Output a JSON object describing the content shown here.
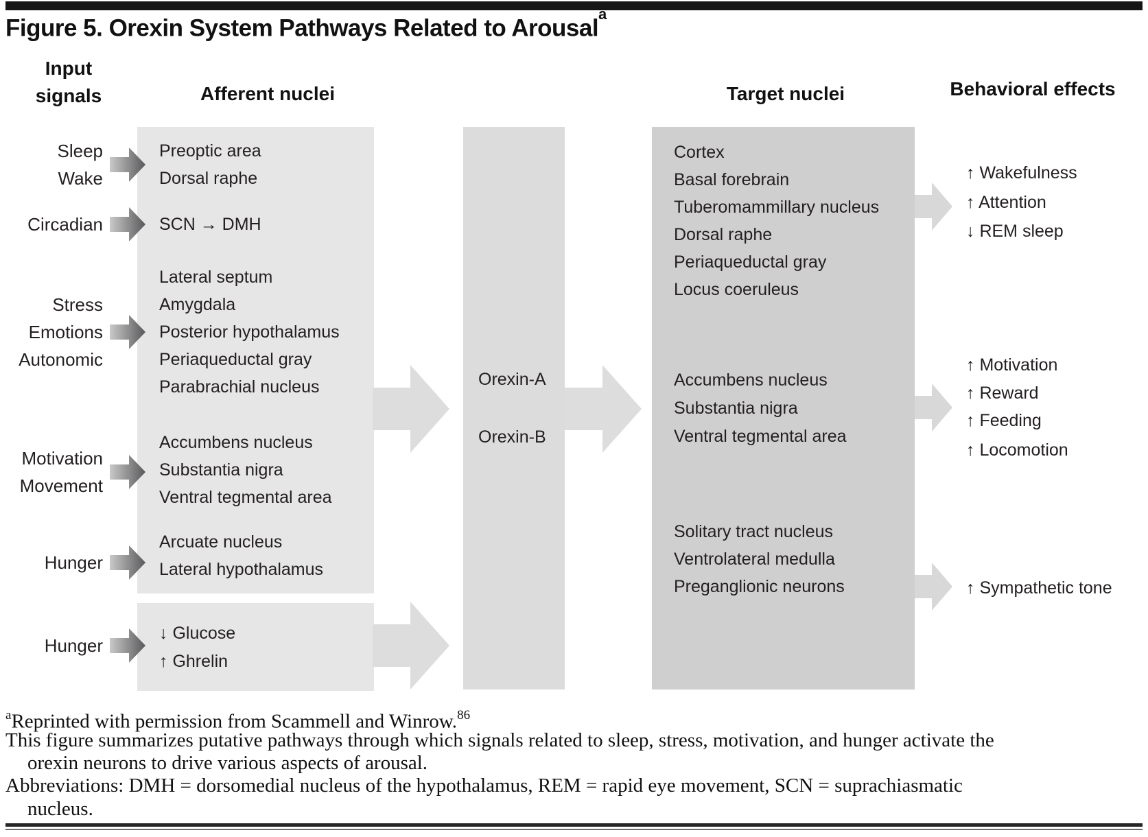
{
  "title": {
    "text": "Figure 5. Orexin System Pathways Related to Arousal",
    "sup": "a"
  },
  "headers": {
    "input_line1": "Input",
    "input_line2": "signals",
    "afferent": "Afferent nuclei",
    "target": "Target nuclei",
    "behavioral": "Behavioral effects"
  },
  "input_signals": {
    "sleep": "Sleep",
    "wake": "Wake",
    "circadian": "Circadian",
    "stress": "Stress",
    "emotions": "Emotions",
    "autonomic": "Autonomic",
    "motivation": "Motivation",
    "movement": "Movement",
    "hunger1": "Hunger",
    "hunger2": "Hunger"
  },
  "afferent_box": {
    "rows": [
      "Preoptic area",
      "Dorsal raphe",
      "SCN → DMH",
      "Lateral septum",
      "Amygdala",
      "Posterior hypothalamus",
      "Periaqueductal gray",
      "Parabrachial nucleus",
      "Accumbens nucleus",
      "Substantia nigra",
      "Ventral tegmental area",
      "Arcuate nucleus",
      "Lateral hypothalamus"
    ]
  },
  "metabolic_box": {
    "rows": [
      "↓ Glucose",
      "↑ Ghrelin"
    ]
  },
  "orexin_box": {
    "rows": [
      "Orexin-A",
      "Orexin-B"
    ]
  },
  "target_box": {
    "rows": [
      "Cortex",
      "Basal forebrain",
      "Tuberomammillary nucleus",
      "Dorsal raphe",
      "Periaqueductal gray",
      "Locus coeruleus",
      "Accumbens nucleus",
      "Substantia nigra",
      "Ventral tegmental area",
      "Solitary tract nucleus",
      "Ventrolateral medulla",
      "Preganglionic neurons"
    ]
  },
  "behavioral_effects": {
    "rows": [
      "↑ Wakefulness",
      "↑ Attention",
      "↓ REM sleep",
      "↑ Motivation",
      "↑ Reward",
      "↑ Feeding",
      "↑ Locomotion",
      "↑ Sympathetic tone"
    ]
  },
  "footnote": {
    "sup1": "a",
    "line1": "Reprinted with permission from Scammell and Winrow.",
    "sup2": "86",
    "line2": "This figure summarizes putative pathways through which signals related to sleep, stress, motivation, and hunger activate the",
    "line3": "orexin neurons to drive various aspects of arousal.",
    "line4": "Abbreviations: DMH = dorsomedial nucleus of the hypothalamus, REM = rapid eye movement, SCN = suprachiasmatic",
    "line5": "nucleus."
  },
  "colors": {
    "afferent_box": "#e7e6e6",
    "orexin_box": "#dcdcdc",
    "target_box": "#d0cfcf",
    "big_arrow": "#dedddd",
    "behavioral_arrow": "#d8d8d8",
    "input_arrow_start": "#c9c9c9",
    "input_arrow_end": "#59595b",
    "text": "#231f20"
  }
}
